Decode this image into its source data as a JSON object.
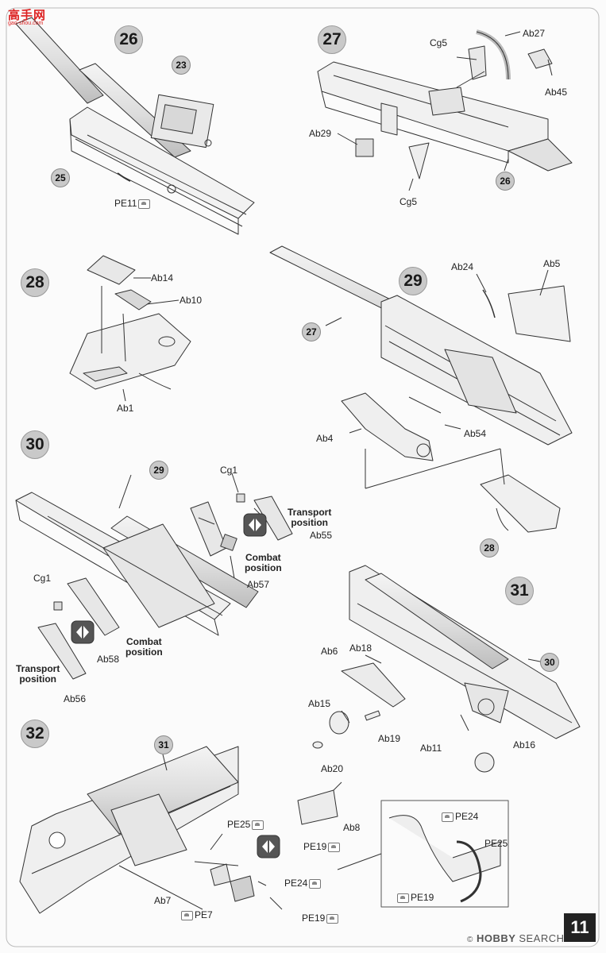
{
  "watermark_logo": {
    "cn": "高手网",
    "url": "gao-shou.com"
  },
  "page_number": "11",
  "bottom_watermark": {
    "prefix": "©",
    "bold": "H",
    "text_a": "OBBY",
    "text_b": "SEARCH"
  },
  "steps": [
    {
      "id": "s26",
      "label": "26"
    },
    {
      "id": "s27",
      "label": "27"
    },
    {
      "id": "s28",
      "label": "28"
    },
    {
      "id": "s29",
      "label": "29"
    },
    {
      "id": "s30",
      "label": "30"
    },
    {
      "id": "s31",
      "label": "31"
    },
    {
      "id": "s32",
      "label": "32"
    }
  ],
  "refs": {
    "r23": "23",
    "r25": "25",
    "r26": "26",
    "r27": "27",
    "r28": "28",
    "r29": "29",
    "r30": "30",
    "r31": "31"
  },
  "labels": {
    "pe11": "PE11",
    "cg5_top": "Cg5",
    "ab27": "Ab27",
    "ab45": "Ab45",
    "ab29": "Ab29",
    "cg5_bot": "Cg5",
    "ab14": "Ab14",
    "ab10": "Ab10",
    "ab1": "Ab1",
    "ab24": "Ab24",
    "ab5": "Ab5",
    "ab4": "Ab4",
    "ab54": "Ab54",
    "cg1_top": "Cg1",
    "ab55": "Ab55",
    "ab57": "Ab57",
    "cg1_left": "Cg1",
    "ab58": "Ab58",
    "ab56": "Ab56",
    "ab6": "Ab6",
    "ab18": "Ab18",
    "ab15": "Ab15",
    "ab19": "Ab19",
    "ab20": "Ab20",
    "ab11": "Ab11",
    "ab16": "Ab16",
    "pe25": "PE25",
    "pe24": "PE24",
    "ab7": "Ab7",
    "pe7": "PE7",
    "pe19": "PE19",
    "ab8": "Ab8",
    "pe19_b": "PE19",
    "in_pe24": "PE24",
    "in_pe25": "PE25",
    "in_pe19": "PE19"
  },
  "positions": {
    "transport_1": "Transport\nposition",
    "combat_1": "Combat\nposition",
    "combat_2": "Combat\nposition",
    "transport_2": "Transport\nposition"
  },
  "colors": {
    "badge_fill": "#c9c9c9",
    "line": "#333333",
    "page_tab": "#222222",
    "logo": "#dd2222"
  }
}
